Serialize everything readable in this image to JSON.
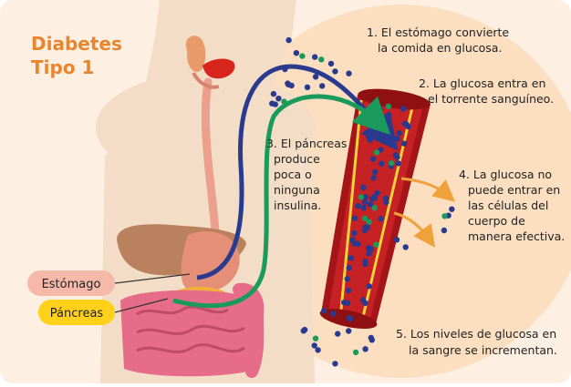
{
  "title": {
    "line1": "Diabetes",
    "line2": "Tipo 1"
  },
  "labels": {
    "stomach": "Estómago",
    "pancreas": "Páncreas"
  },
  "steps": [
    {
      "lines": [
        "1. El estómago convierte",
        "la comida en glucosa."
      ]
    },
    {
      "lines": [
        "2. La glucosa entra en",
        "el torrente sanguíneo."
      ]
    },
    {
      "lines": [
        "3. El páncreas",
        "produce",
        "poca o",
        "ninguna",
        "insulina."
      ]
    },
    {
      "lines": [
        "4. La glucosa no",
        "puede entrar en",
        "las células del",
        "cuerpo de",
        "manera efectiva."
      ]
    },
    {
      "lines": [
        "5. Los niveles de glucosa en",
        "la sangre se incrementan."
      ]
    }
  ],
  "colors": {
    "background": "#fdf0e2",
    "title": "#e8862e",
    "body": "#f4ddc6",
    "vessel": "#b51d1f",
    "glucose": "#2a3a8f",
    "insulin": "#1a9b5c",
    "stomach_label": "#f6b9a9",
    "pancreas_label": "#ffd11a",
    "text": "#222222"
  }
}
